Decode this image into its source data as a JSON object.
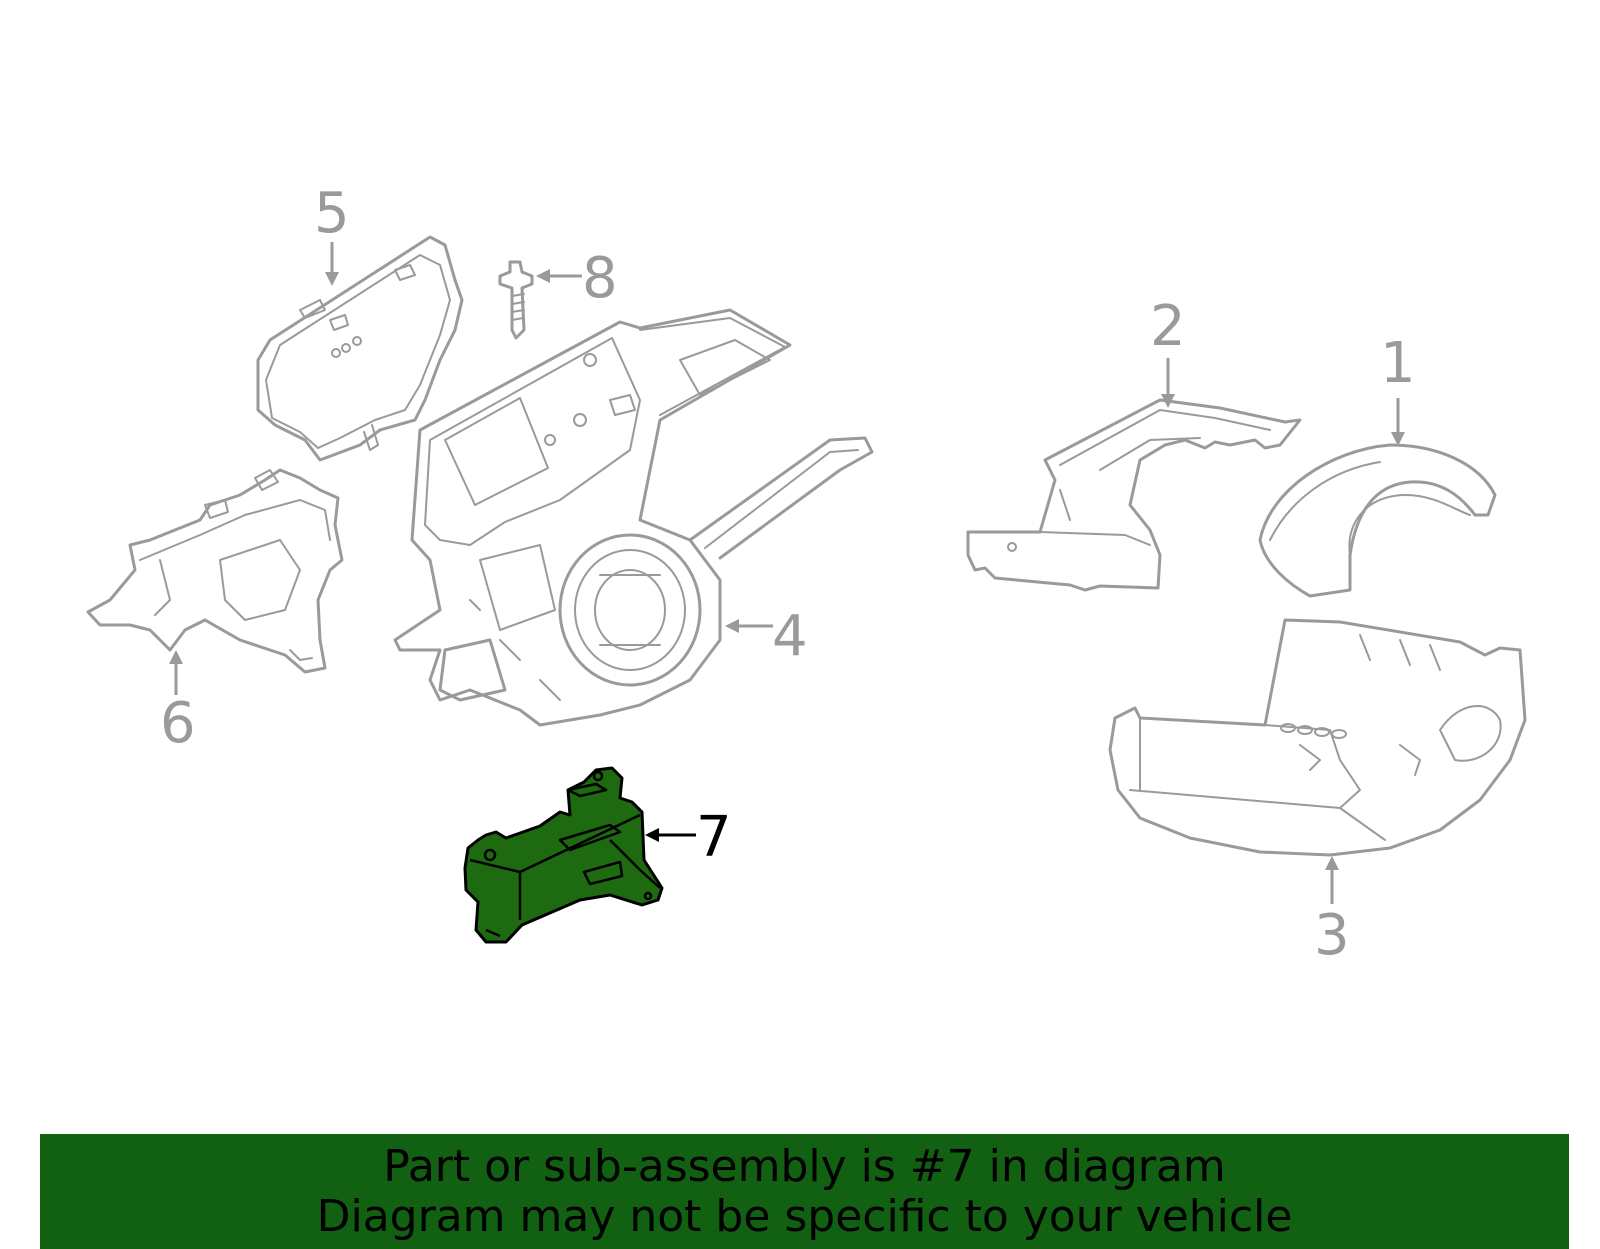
{
  "callouts": [
    {
      "id": "1",
      "label": "1"
    },
    {
      "id": "2",
      "label": "2"
    },
    {
      "id": "3",
      "label": "3"
    },
    {
      "id": "4",
      "label": "4"
    },
    {
      "id": "5",
      "label": "5"
    },
    {
      "id": "6",
      "label": "6"
    },
    {
      "id": "7",
      "label": "7"
    },
    {
      "id": "8",
      "label": "8"
    }
  ],
  "highlighted_part": "7",
  "colors": {
    "part_outline": "#9a9a9a",
    "highlight_fill": "#1e6a10",
    "banner_background": "#126012",
    "text_active": "#000000"
  },
  "banner": {
    "line1": "Part or sub-assembly is #7 in diagram",
    "line2": "Diagram may not be specific to your vehicle"
  }
}
